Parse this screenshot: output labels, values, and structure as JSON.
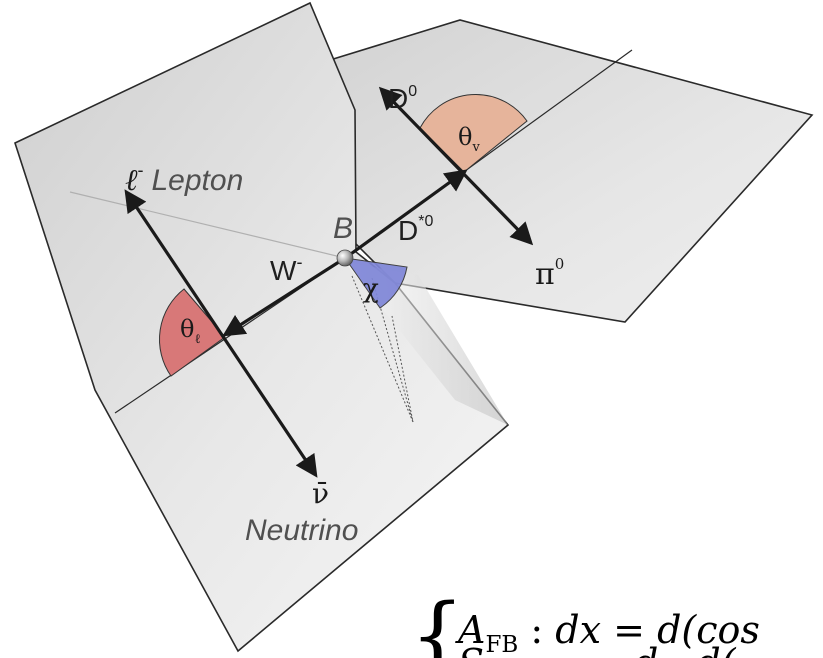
{
  "labels": {
    "lepton_symbol": "ℓ",
    "lepton_sup": "-",
    "lepton_name": "Lepton",
    "neutrino_symbol": "ν̄",
    "neutrino_name": "Neutrino",
    "b_meson": "B",
    "w_boson": "W",
    "w_sup": "-",
    "d_star": "D",
    "d_star_sup": "*0",
    "d_zero": "D",
    "d_zero_sup": "0",
    "pi_zero": "π",
    "pi_zero_sup": "0",
    "theta_v": "θ",
    "theta_v_sub": "v",
    "theta_l": "θ",
    "theta_l_sub": "ℓ",
    "chi": "χ"
  },
  "formula": {
    "brace": "{",
    "line1_var": "A",
    "line1_sub": "FB",
    "line1_colon": " : ",
    "line1_dx": "dx",
    "line1_eq": " = ",
    "line1_rhs": "d(cos",
    "line2_start": "S",
    "line2_mid": "d",
    "line2_rhs": "d("
  },
  "colors": {
    "plane_fill": "#dcdcdc",
    "plane_edge": "#2a2a2a",
    "arrow": "#1a1a1a",
    "theta_v_wedge": "#e6b49b",
    "theta_l_wedge": "#d87878",
    "chi_wedge": "#7f86d8",
    "guide_line": "#8a8a8a"
  }
}
